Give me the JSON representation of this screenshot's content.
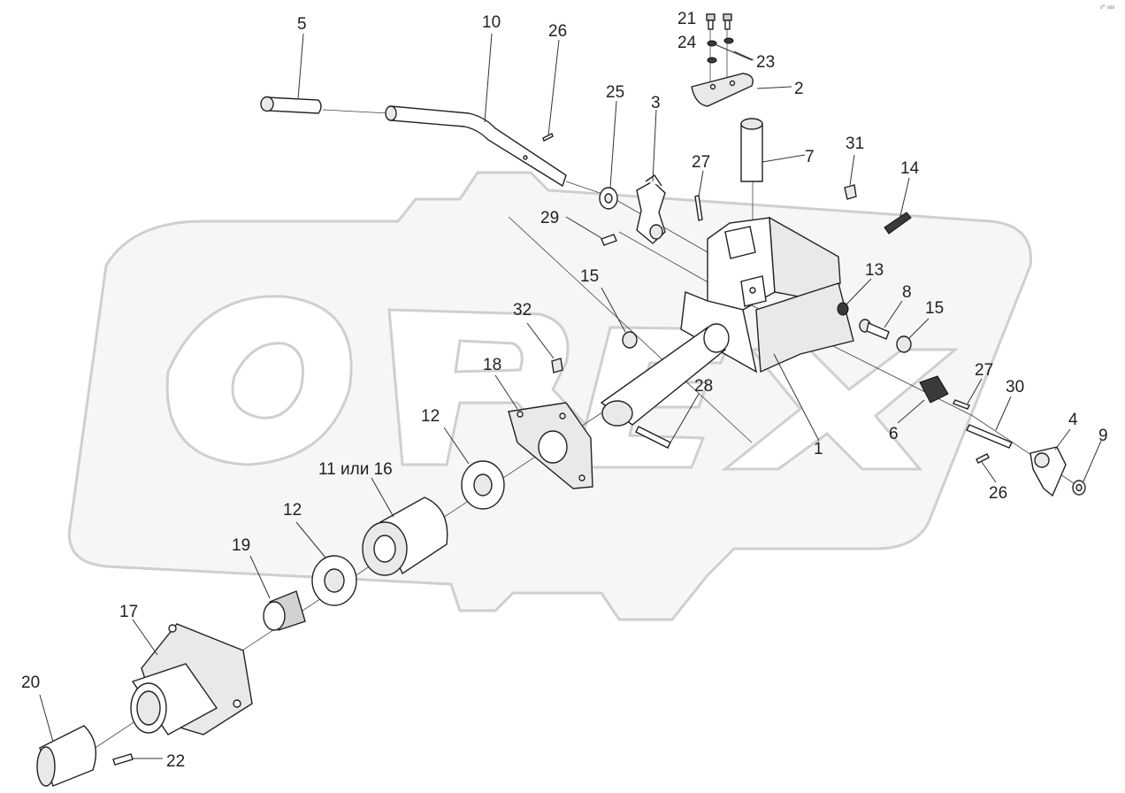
{
  "watermark": "OREX",
  "corner_mark": "₀⁰ ₀₀₀",
  "callouts": [
    {
      "id": "c5",
      "text": "5"
    },
    {
      "id": "c10",
      "text": "10"
    },
    {
      "id": "c26a",
      "text": "26"
    },
    {
      "id": "c21",
      "text": "21"
    },
    {
      "id": "c24",
      "text": "24"
    },
    {
      "id": "c23",
      "text": "23"
    },
    {
      "id": "c2",
      "text": "2"
    },
    {
      "id": "c25",
      "text": "25"
    },
    {
      "id": "c3",
      "text": "3"
    },
    {
      "id": "c7",
      "text": "7"
    },
    {
      "id": "c31",
      "text": "31"
    },
    {
      "id": "c27a",
      "text": "27"
    },
    {
      "id": "c14",
      "text": "14"
    },
    {
      "id": "c29",
      "text": "29"
    },
    {
      "id": "c15a",
      "text": "15"
    },
    {
      "id": "c13",
      "text": "13"
    },
    {
      "id": "c8",
      "text": "8"
    },
    {
      "id": "c15b",
      "text": "15"
    },
    {
      "id": "c32",
      "text": "32"
    },
    {
      "id": "c18",
      "text": "18"
    },
    {
      "id": "c28",
      "text": "28"
    },
    {
      "id": "c27b",
      "text": "27"
    },
    {
      "id": "c30",
      "text": "30"
    },
    {
      "id": "c12a",
      "text": "12"
    },
    {
      "id": "c1",
      "text": "1"
    },
    {
      "id": "c6",
      "text": "6"
    },
    {
      "id": "c4",
      "text": "4"
    },
    {
      "id": "c9",
      "text": "9"
    },
    {
      "id": "c11_16",
      "text": "11 или 16"
    },
    {
      "id": "c26b",
      "text": "26"
    },
    {
      "id": "c12b",
      "text": "12"
    },
    {
      "id": "c19",
      "text": "19"
    },
    {
      "id": "c17",
      "text": "17"
    },
    {
      "id": "c20",
      "text": "20"
    },
    {
      "id": "c22",
      "text": "22"
    }
  ]
}
